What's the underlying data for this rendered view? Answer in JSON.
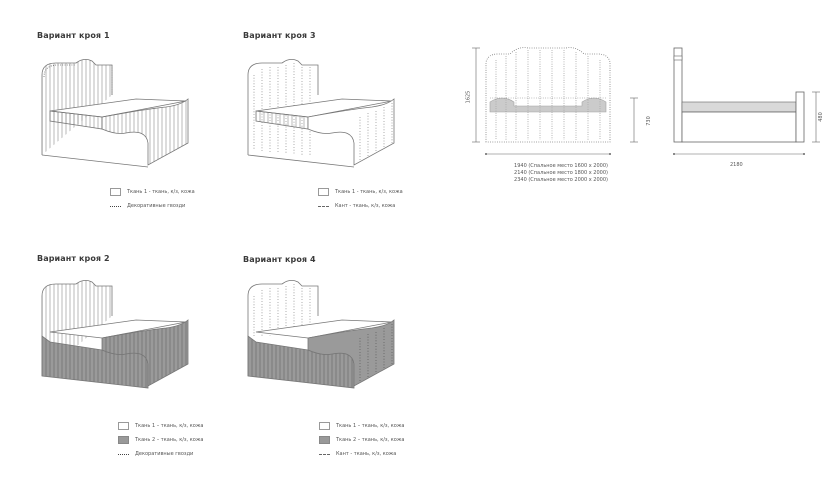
{
  "variants": [
    {
      "title": "Вариант кроя 1",
      "legend": [
        "Ткань 1 - ткань, к/з, кожа",
        "Декоративные гвозди"
      ]
    },
    {
      "title": "Вариант кроя 3",
      "legend": [
        "Ткань 1 - ткань, к/з, кожа",
        "Кант - ткань, к/з, кожа"
      ]
    },
    {
      "title": "Вариант кроя 2",
      "legend": [
        "Ткань 1 – ткань, к/з, кожа",
        "Ткань 2 – ткань, к/з, кожа",
        "Декоративные гвозди"
      ]
    },
    {
      "title": "Вариант кроя 4",
      "legend": [
        "Ткань 1 – ткань, к/з, кожа",
        "Ткань 2 – ткань, к/з, кожа",
        "Кант - ткань, к/з, кожа"
      ]
    }
  ],
  "dimensions": {
    "headboard_height": "1625",
    "frame_height": "730",
    "side_height": "480",
    "length": "2180",
    "widths": [
      "1940 (Спальное место 1600 х 2000)",
      "2140 (Спальное место 1800 х 2000)",
      "2340 (Спальное место 2000 х 2000)"
    ]
  },
  "colors": {
    "line": "#777777",
    "fabric2": "#9a9a9a",
    "fabric1": "#ffffff"
  }
}
